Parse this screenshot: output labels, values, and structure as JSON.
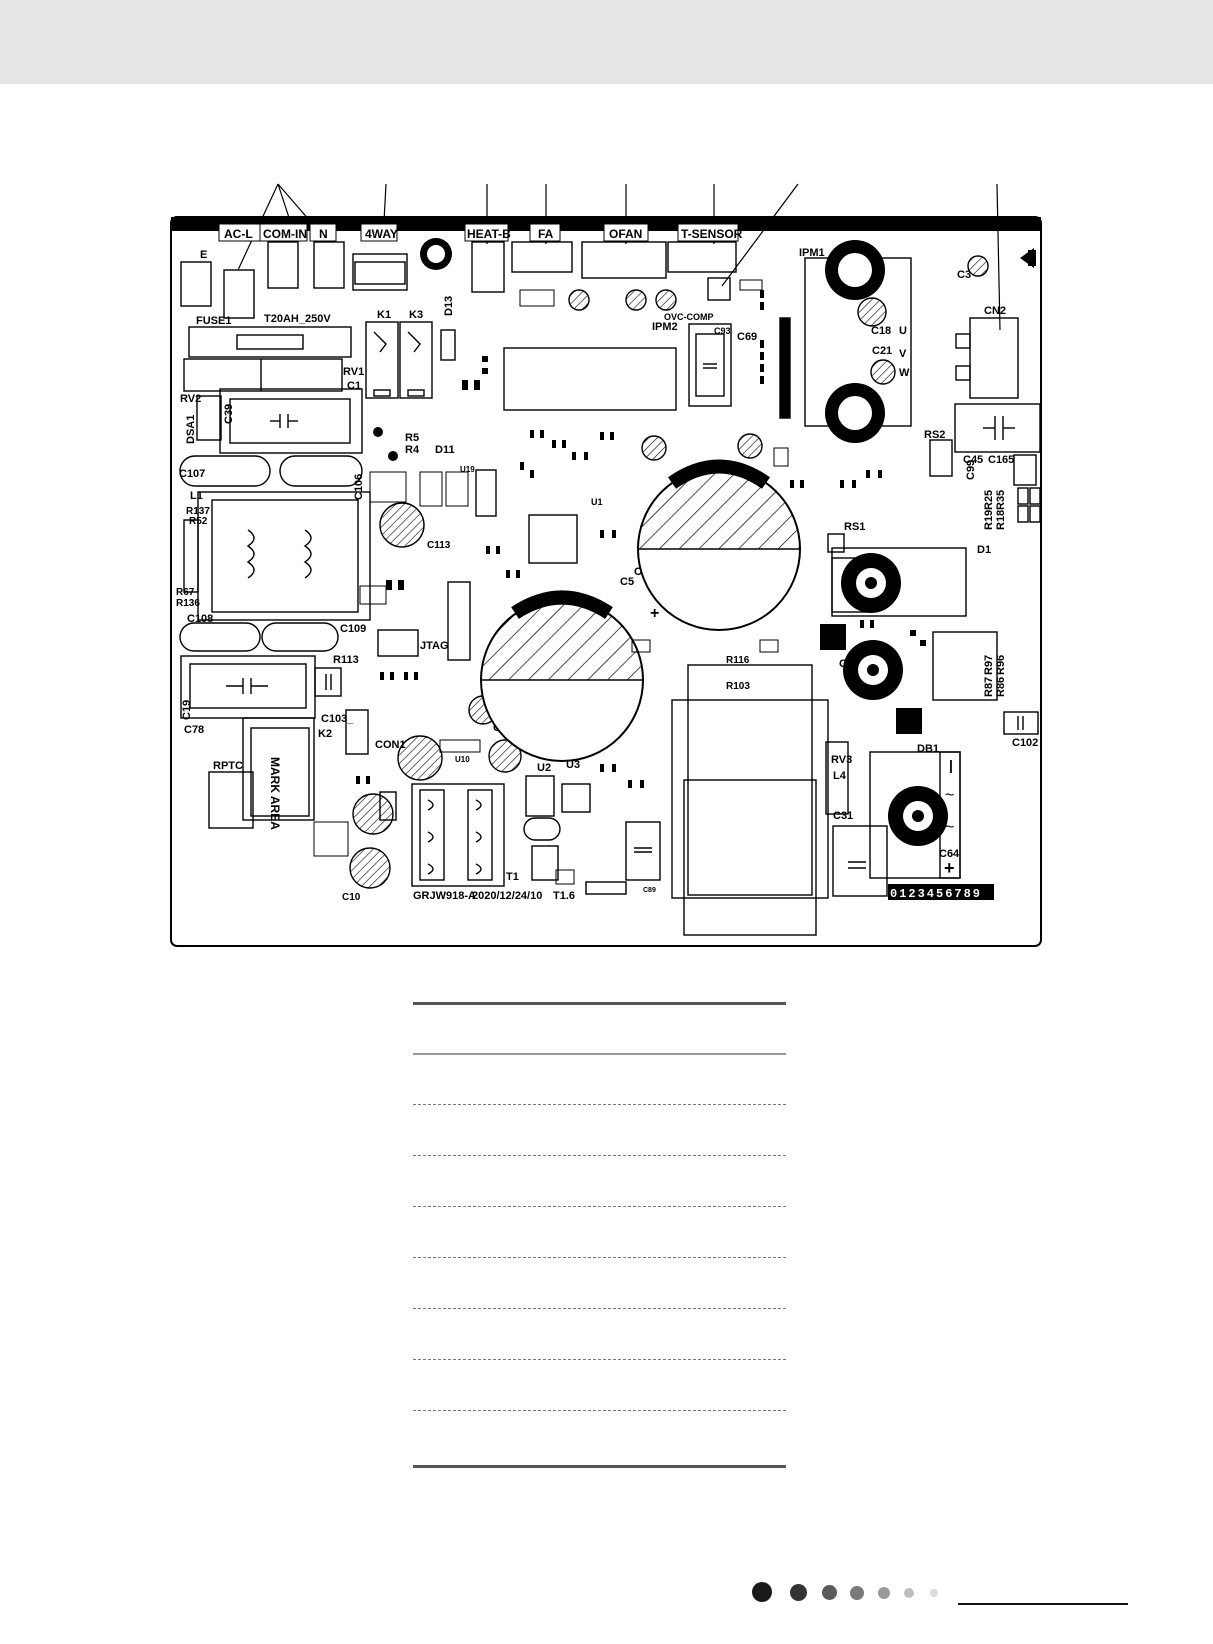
{
  "board": {
    "silkscreen_labels": {
      "ac_l": "AC-L",
      "com_in": "COM-IN",
      "n": "N",
      "four_way": "4WAY",
      "heat_b": "HEAT-B",
      "fa": "FA",
      "ofan": "OFAN",
      "t_sensor": "T-SENSOR",
      "e": "E",
      "fuse1": "FUSE1",
      "fuse_rating": "T20AH_250V",
      "k1": "K1",
      "k3": "K3",
      "d13": "D13",
      "ipm1": "IPM1",
      "ipm2": "IPM2",
      "ovc_comp": "OVC-COMP",
      "c93": "C93",
      "c69": "C69",
      "c3": "C3",
      "cn2": "CN2",
      "c18": "C18",
      "c21": "C21",
      "u": "U",
      "v": "V",
      "w": "W",
      "rv1": "RV1",
      "rv2": "RV2",
      "c1": "C1",
      "c39": "C39",
      "dsa1": "DSA1",
      "r5": "R5",
      "r4": "R4",
      "d11": "D11",
      "u19": "U19",
      "rs2": "RS2",
      "c45": "C45",
      "c165": "C165",
      "c99": "C99",
      "c107": "C107",
      "l1": "L1",
      "r137": "R137",
      "r52": "R52",
      "c106": "C106",
      "c113": "C113",
      "u1": "U1",
      "c4": "C4",
      "c5": "C5",
      "r19": "R19",
      "r25": "R25",
      "r18": "R18",
      "r35": "R35",
      "rs1": "RS1",
      "d1": "D1",
      "r67": "R67",
      "r136": "R136",
      "c108": "C108",
      "c109": "C109",
      "r113": "R113",
      "jtag": "JTAG",
      "r116": "R116",
      "r103": "R103",
      "g1": "G1",
      "r97": "R97",
      "r96": "R96",
      "r87": "R87",
      "r86": "R86",
      "c19": "C19",
      "c78": "C78",
      "c103": "C103_",
      "k2": "K2",
      "con1": "CON1",
      "c22": "C22",
      "c102": "C102",
      "db1": "DB1",
      "rptc": "RPTC",
      "mark_area": "MARK AREA",
      "u10": "U10",
      "u2": "U2",
      "u3": "U3",
      "rv3": "RV3",
      "l4": "L4",
      "c31": "C31",
      "c64": "C64",
      "c10": "C10",
      "t1": "T1",
      "board_code": "GRJW918-A",
      "board_date": "2020/12/24/10",
      "board_rev": "T1.6",
      "c89": "C89",
      "digit_strip": "0123456789"
    }
  },
  "colors": {
    "header_band": "#e6e6e6",
    "board_ink": "#000000",
    "rule": "#555555",
    "dashed_rule": "#777777"
  },
  "page_dots": [
    {
      "color": "#1a1a1a"
    },
    {
      "color": "#333333"
    },
    {
      "color": "#5a5a5a"
    },
    {
      "color": "#7a7a7a"
    },
    {
      "color": "#9a9a9a"
    },
    {
      "color": "#bdbdbd"
    },
    {
      "color": "#dcdcdc"
    }
  ]
}
